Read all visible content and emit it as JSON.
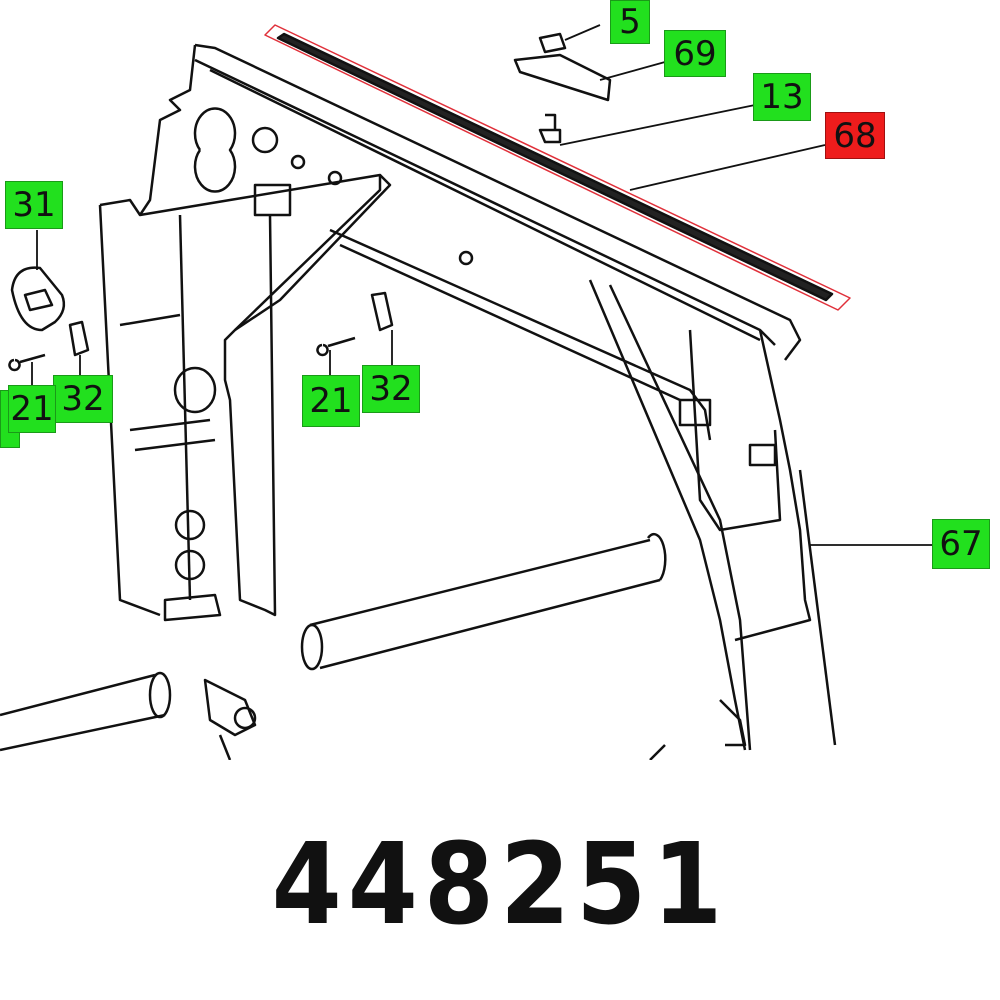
{
  "part_number": "448251",
  "callouts": [
    {
      "id": "5",
      "color": "#22e01e"
    },
    {
      "id": "69",
      "color": "#22e01e"
    },
    {
      "id": "13",
      "color": "#22e01e"
    },
    {
      "id": "68",
      "color": "#ee1c1c"
    },
    {
      "id": "31",
      "color": "#22e01e"
    },
    {
      "id": "32",
      "color": "#22e01e"
    },
    {
      "id": "21",
      "color": "#22e01e"
    },
    {
      "id": "21",
      "color": "#22e01e"
    },
    {
      "id": "32",
      "color": "#22e01e"
    },
    {
      "id": "67",
      "color": "#22e01e"
    }
  ],
  "highlight_color": "#e0303a"
}
